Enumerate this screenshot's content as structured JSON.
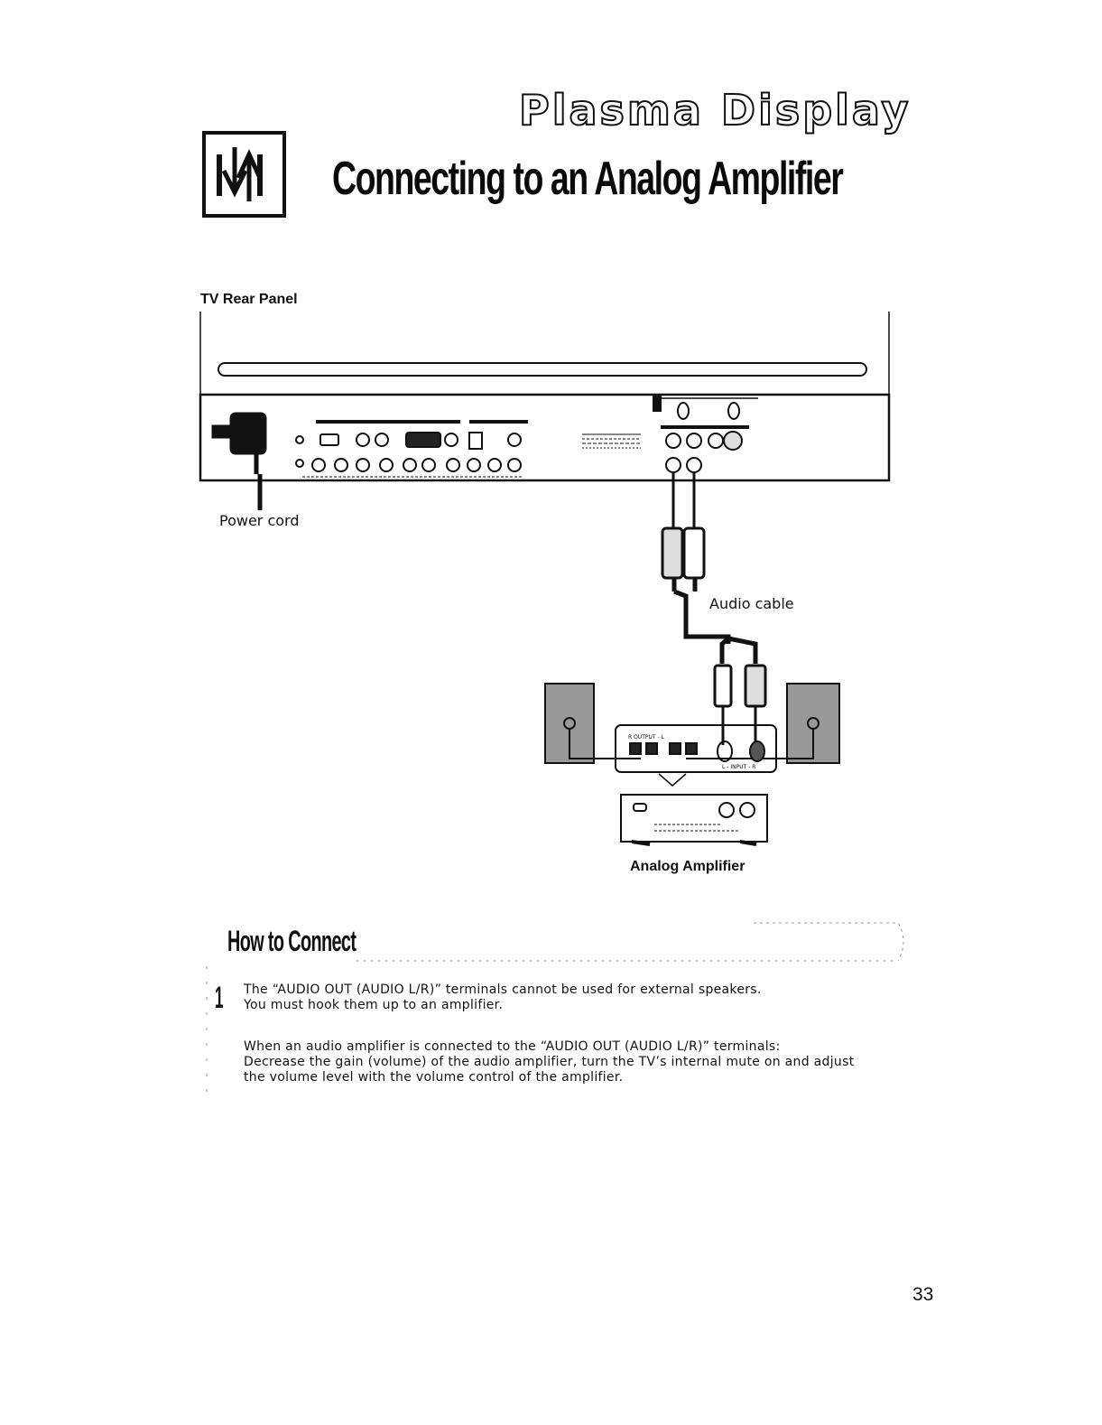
{
  "header": {
    "brand": "Plasma Display",
    "title": "Connecting to an Analog Amplifier"
  },
  "diagram": {
    "panel_label": "TV Rear Panel",
    "power_cord_label": "Power cord",
    "audio_cable_label": "Audio cable",
    "amplifier_label": "Analog Amplifier",
    "amp_output_label": "R  OUTPUT - L",
    "amp_input_label": "L - INPUT - R"
  },
  "how_to": {
    "heading": "How to Connect",
    "steps": [
      {
        "number": "1",
        "lines": [
          "The “AUDIO OUT (AUDIO L/R)” terminals cannot be used for external speakers.",
          "You must hook them up to an amplifier."
        ]
      }
    ],
    "note_lines": [
      "When an audio amplifier is connected to the “AUDIO OUT (AUDIO L/R)” terminals:",
      "Decrease the gain (volume) of the audio amplifier, turn the TV’s internal mute on and adjust",
      "the volume level with the volume control of the amplifier."
    ]
  },
  "footer": {
    "page_number": "33"
  }
}
